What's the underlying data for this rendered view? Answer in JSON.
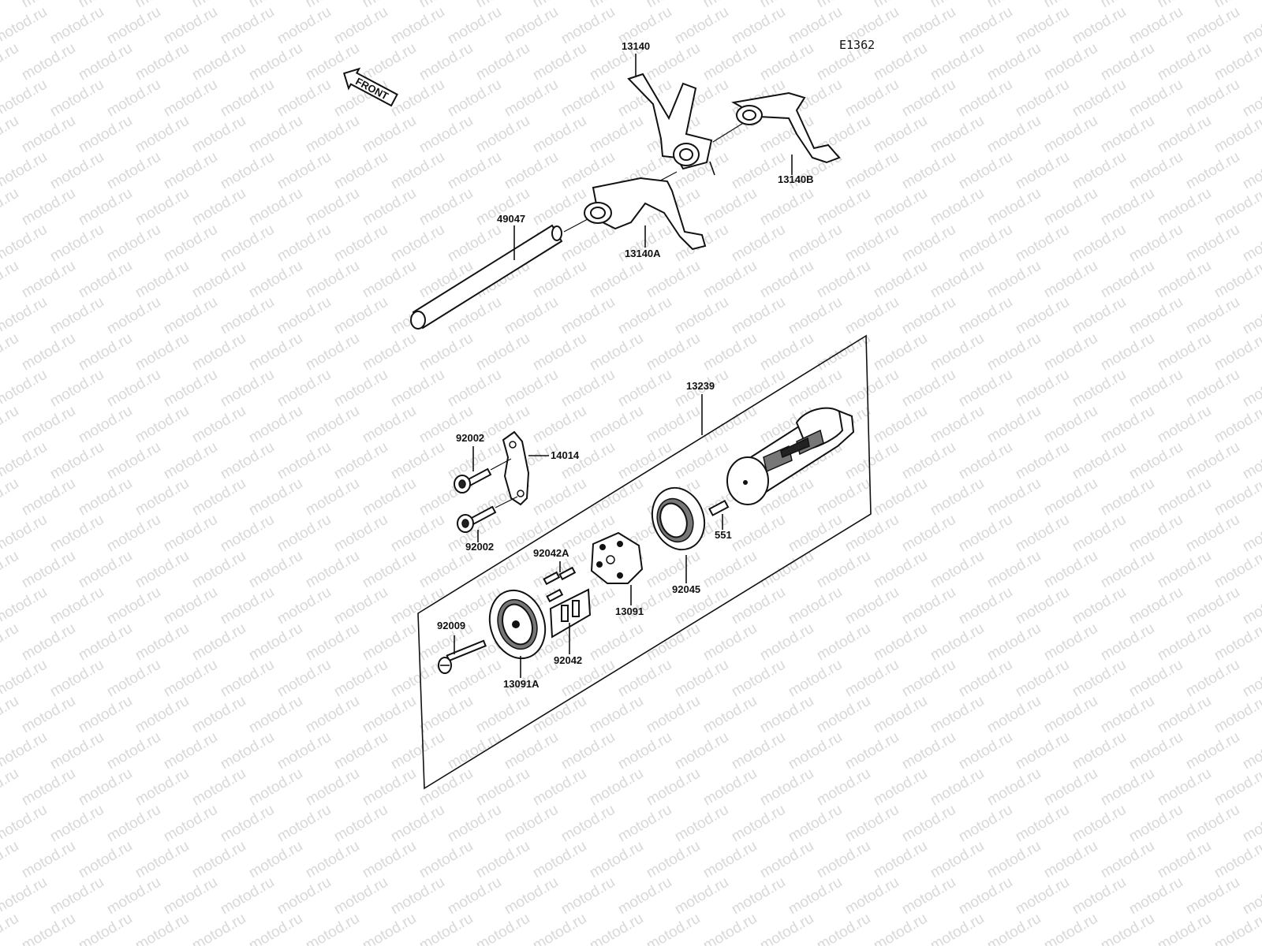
{
  "diagram_code": "E1362",
  "front_label": "FRONT",
  "watermark_text": "motod.ru",
  "part_labels": {
    "p13140": "13140",
    "p13140B": "13140B",
    "p13140A": "13140A",
    "p49047": "49047",
    "p13239": "13239",
    "p92002_top": "92002",
    "p14014": "14014",
    "p92002_bottom": "92002",
    "p551": "551",
    "p92042A": "92042A",
    "p92045": "92045",
    "p13091": "13091",
    "p92009": "92009",
    "p92042": "92042",
    "p13091A": "13091A"
  }
}
